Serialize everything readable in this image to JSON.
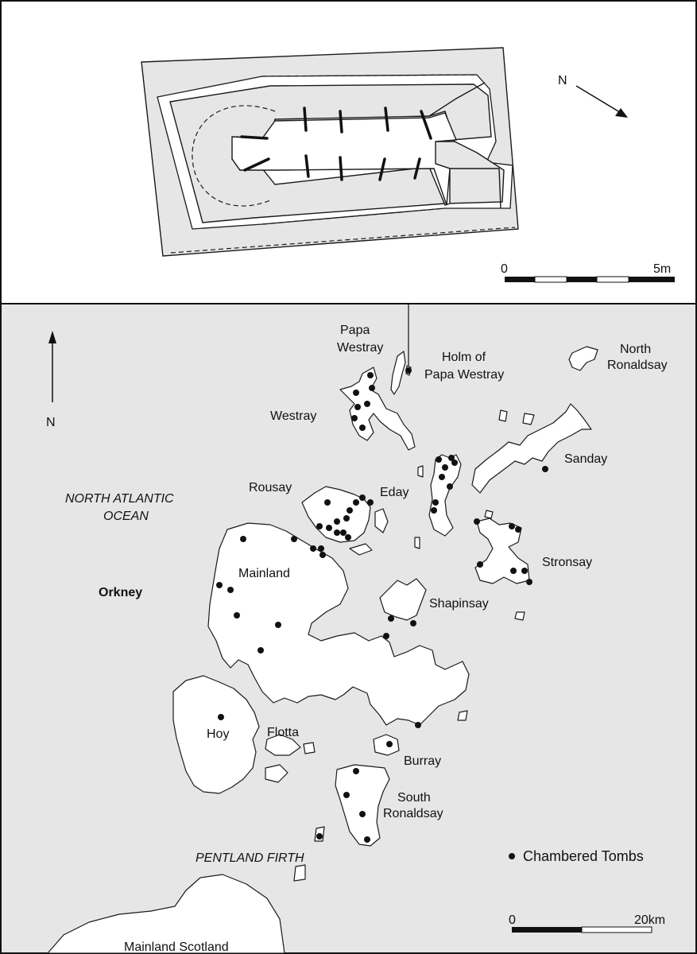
{
  "plan": {
    "north_label": "N",
    "scale": {
      "start_label": "0",
      "end_label": "5m"
    }
  },
  "map": {
    "north_label": "N",
    "region_label": "Orkney",
    "sea_labels": [
      {
        "id": "north-atlantic-line1",
        "text": "NORTH ATLANTIC"
      },
      {
        "id": "north-atlantic-line2",
        "text": "OCEAN"
      },
      {
        "id": "pentland-firth",
        "text": "PENTLAND FIRTH"
      }
    ],
    "island_labels": [
      {
        "id": "papa-westray-1",
        "text": "Papa"
      },
      {
        "id": "papa-westray-2",
        "text": "Westray"
      },
      {
        "id": "holm-1",
        "text": "Holm of"
      },
      {
        "id": "holm-2",
        "text": "Papa Westray"
      },
      {
        "id": "north-ronaldsay-1",
        "text": "North"
      },
      {
        "id": "north-ronaldsay-2",
        "text": "Ronaldsay"
      },
      {
        "id": "westray",
        "text": "Westray"
      },
      {
        "id": "sanday",
        "text": "Sanday"
      },
      {
        "id": "rousay",
        "text": "Rousay"
      },
      {
        "id": "eday",
        "text": "Eday"
      },
      {
        "id": "stronsay",
        "text": "Stronsay"
      },
      {
        "id": "mainland",
        "text": "Mainland"
      },
      {
        "id": "shapinsay",
        "text": "Shapinsay"
      },
      {
        "id": "hoy",
        "text": "Hoy"
      },
      {
        "id": "flotta",
        "text": "Flotta"
      },
      {
        "id": "burray",
        "text": "Burray"
      },
      {
        "id": "south-ronaldsay-1",
        "text": "South"
      },
      {
        "id": "south-ronaldsay-2",
        "text": "Ronaldsay"
      },
      {
        "id": "mainland-scotland",
        "text": "Mainland Scotland"
      }
    ],
    "legend": {
      "symbol": "filled-circle",
      "label": "Chambered Tombs"
    },
    "scale": {
      "start_label": "0",
      "end_label": "20km"
    }
  },
  "colors": {
    "sea": "#e6e6e6",
    "land": "#ffffff",
    "plan_fill": "#e6e6e6",
    "ink": "#111111"
  }
}
